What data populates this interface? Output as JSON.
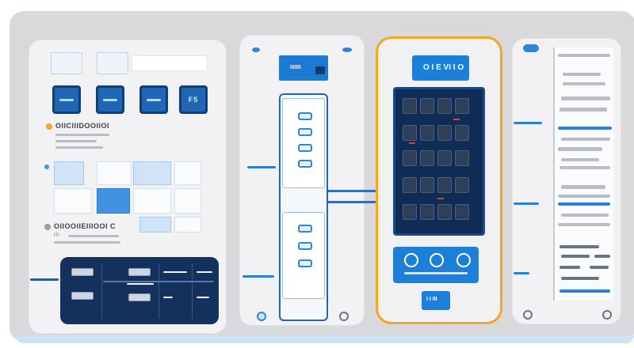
{
  "left_panel": {
    "tile_4_label": "F5",
    "heading_1": "OIICIIIDOOIIOI",
    "heading_2": "OIIOOIIEIIIOOI C",
    "sub_2": "III"
  },
  "phone_list": {
    "header_label": "IIIIIII"
  },
  "phone_main": {
    "header_label": "O I E VI I O",
    "footer_label": "I I III"
  },
  "colors": {
    "accent_blue": "#1d7ad3",
    "dark_navy": "#14305d",
    "orange_outline": "#f5a623",
    "frame_gray": "#d9d9db"
  }
}
